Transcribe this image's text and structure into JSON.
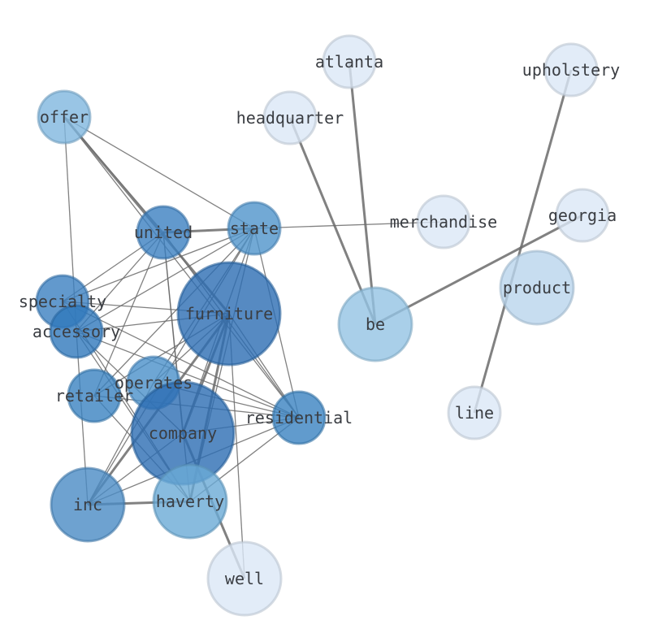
{
  "graph": {
    "nodes": [
      {
        "id": "offer",
        "label": "offer",
        "color": "#7fb6de",
        "weight": 0.55
      },
      {
        "id": "united",
        "label": "united",
        "color": "#3b7fc0",
        "weight": 0.55
      },
      {
        "id": "state",
        "label": "state",
        "color": "#4f93cb",
        "weight": 0.55
      },
      {
        "id": "specialty",
        "label": "specialty",
        "color": "#3b7fc0",
        "weight": 0.55
      },
      {
        "id": "accessory",
        "label": "accessory",
        "color": "#2f78bc",
        "weight": 0.55
      },
      {
        "id": "furniture",
        "label": "furniture",
        "color": "#2c6db3",
        "weight": 1.0
      },
      {
        "id": "operates",
        "label": "operates",
        "color": "#4a90c9",
        "weight": 0.55
      },
      {
        "id": "retailer",
        "label": "retailer",
        "color": "#3a82c1",
        "weight": 0.55
      },
      {
        "id": "company",
        "label": "company",
        "color": "#2c6db3",
        "weight": 1.0
      },
      {
        "id": "residential",
        "label": "residential",
        "color": "#3a82c1",
        "weight": 0.55
      },
      {
        "id": "inc",
        "label": "inc",
        "color": "#4a8bc4",
        "weight": 0.7
      },
      {
        "id": "haverty",
        "label": "haverty",
        "color": "#6aaad6",
        "weight": 0.7
      },
      {
        "id": "well",
        "label": "well",
        "color": "#dbe7f6",
        "weight": 0.7
      },
      {
        "id": "atlanta",
        "label": "atlanta",
        "color": "#dbe7f6",
        "weight": 0.5
      },
      {
        "id": "upholstery",
        "label": "upholstery",
        "color": "#dbe7f6",
        "weight": 0.5
      },
      {
        "id": "headquarter",
        "label": "headquarter",
        "color": "#dbe7f6",
        "weight": 0.5
      },
      {
        "id": "merchandise",
        "label": "merchandise",
        "color": "#dbe7f6",
        "weight": 0.5
      },
      {
        "id": "georgia",
        "label": "georgia",
        "color": "#dbe7f6",
        "weight": 0.5
      },
      {
        "id": "product",
        "label": "product",
        "color": "#b9d5ec",
        "weight": 0.7
      },
      {
        "id": "be",
        "label": "be",
        "color": "#93c3e3",
        "weight": 0.7
      },
      {
        "id": "line",
        "label": "line",
        "color": "#dbe7f6",
        "weight": 0.5
      }
    ],
    "edges": [
      {
        "source": "offer",
        "target": "state",
        "weight": 1
      },
      {
        "source": "offer",
        "target": "furniture",
        "weight": 2
      },
      {
        "source": "offer",
        "target": "residential",
        "weight": 1
      },
      {
        "source": "offer",
        "target": "accessory",
        "weight": 1
      },
      {
        "source": "offer",
        "target": "united",
        "weight": 1
      },
      {
        "source": "united",
        "target": "state",
        "weight": 2
      },
      {
        "source": "united",
        "target": "specialty",
        "weight": 1
      },
      {
        "source": "united",
        "target": "accessory",
        "weight": 1
      },
      {
        "source": "united",
        "target": "retailer",
        "weight": 1
      },
      {
        "source": "united",
        "target": "company",
        "weight": 1
      },
      {
        "source": "united",
        "target": "haverty",
        "weight": 1
      },
      {
        "source": "united",
        "target": "residential",
        "weight": 1
      },
      {
        "source": "state",
        "target": "merchandise",
        "weight": 1
      },
      {
        "source": "state",
        "target": "specialty",
        "weight": 1
      },
      {
        "source": "state",
        "target": "accessory",
        "weight": 1
      },
      {
        "source": "state",
        "target": "retailer",
        "weight": 1
      },
      {
        "source": "state",
        "target": "operates",
        "weight": 1
      },
      {
        "source": "state",
        "target": "company",
        "weight": 1
      },
      {
        "source": "state",
        "target": "inc",
        "weight": 1
      },
      {
        "source": "state",
        "target": "haverty",
        "weight": 1
      },
      {
        "source": "state",
        "target": "residential",
        "weight": 1
      },
      {
        "source": "specialty",
        "target": "furniture",
        "weight": 1
      },
      {
        "source": "specialty",
        "target": "residential",
        "weight": 1
      },
      {
        "source": "specialty",
        "target": "haverty",
        "weight": 1
      },
      {
        "source": "accessory",
        "target": "furniture",
        "weight": 1
      },
      {
        "source": "accessory",
        "target": "residential",
        "weight": 1
      },
      {
        "source": "accessory",
        "target": "company",
        "weight": 1
      },
      {
        "source": "accessory",
        "target": "inc",
        "weight": 1
      },
      {
        "source": "accessory",
        "target": "haverty",
        "weight": 1
      },
      {
        "source": "furniture",
        "target": "retailer",
        "weight": 1
      },
      {
        "source": "furniture",
        "target": "operates",
        "weight": 1
      },
      {
        "source": "furniture",
        "target": "company",
        "weight": 2
      },
      {
        "source": "furniture",
        "target": "residential",
        "weight": 1
      },
      {
        "source": "furniture",
        "target": "inc",
        "weight": 2
      },
      {
        "source": "furniture",
        "target": "haverty",
        "weight": 2
      },
      {
        "source": "furniture",
        "target": "well",
        "weight": 1
      },
      {
        "source": "operates",
        "target": "residential",
        "weight": 1
      },
      {
        "source": "operates",
        "target": "inc",
        "weight": 1
      },
      {
        "source": "retailer",
        "target": "residential",
        "weight": 1
      },
      {
        "source": "retailer",
        "target": "haverty",
        "weight": 1
      },
      {
        "source": "company",
        "target": "residential",
        "weight": 1
      },
      {
        "source": "company",
        "target": "well",
        "weight": 2
      },
      {
        "source": "company",
        "target": "inc",
        "weight": 1
      },
      {
        "source": "inc",
        "target": "haverty",
        "weight": 2
      },
      {
        "source": "inc",
        "target": "residential",
        "weight": 1
      },
      {
        "source": "haverty",
        "target": "residential",
        "weight": 1
      },
      {
        "source": "atlanta",
        "target": "be",
        "weight": 2
      },
      {
        "source": "headquarter",
        "target": "be",
        "weight": 2
      },
      {
        "source": "georgia",
        "target": "be",
        "weight": 2
      },
      {
        "source": "upholstery",
        "target": "line",
        "weight": 2
      }
    ]
  }
}
